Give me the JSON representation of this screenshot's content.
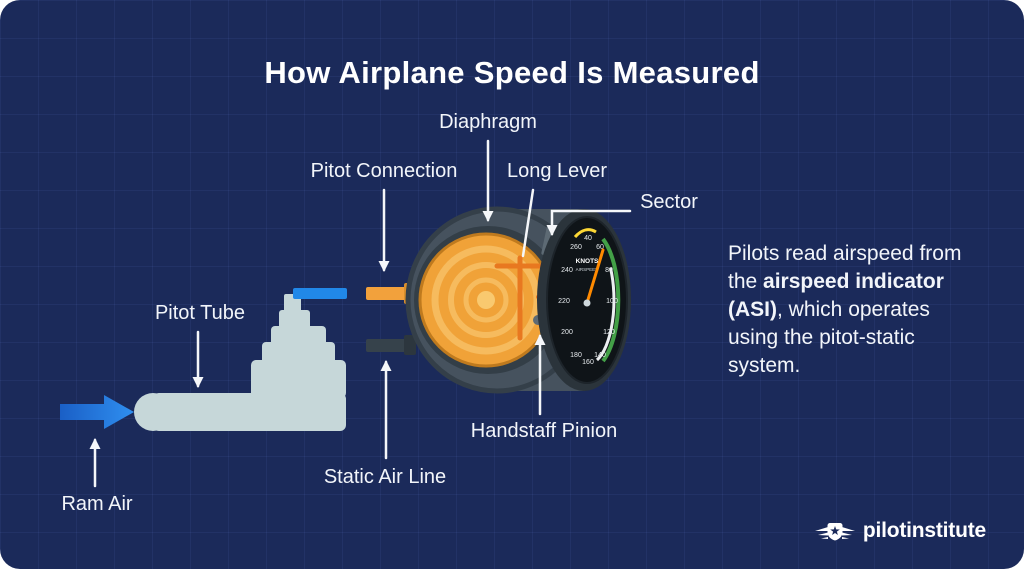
{
  "title": "How Airplane Speed Is Measured",
  "labels": {
    "diaphragm": "Diaphragm",
    "pitot_connection": "Pitot Connection",
    "long_lever": "Long Lever",
    "sector": "Sector",
    "pitot_tube": "Pitot Tube",
    "ram_air": "Ram Air",
    "static_air_line": "Static Air Line",
    "handstaff_pinion": "Handstaff Pinion"
  },
  "description": {
    "part1": "Pilots read airspeed from the ",
    "bold": "airspeed indicator (ASI)",
    "part2": ", which operates using the pitot-static system."
  },
  "gauge": {
    "label_line1": "KNOTS",
    "label_line2": "AIRSPEED",
    "ticks": [
      "40",
      "60",
      "80",
      "100",
      "120",
      "140",
      "160",
      "180",
      "200",
      "220",
      "240",
      "260"
    ]
  },
  "logo": {
    "text": "pilotinstitute"
  },
  "colors": {
    "background": "#1b2a5a",
    "accent_orange": "#f2a13c",
    "lever_orange": "#e87820",
    "ram_air_blue": "#2188e8",
    "pitot_gray": "#c6d7d9",
    "case_gray": "#46525e",
    "gauge_green": "#43a047",
    "gauge_yellow": "#fdd835"
  }
}
